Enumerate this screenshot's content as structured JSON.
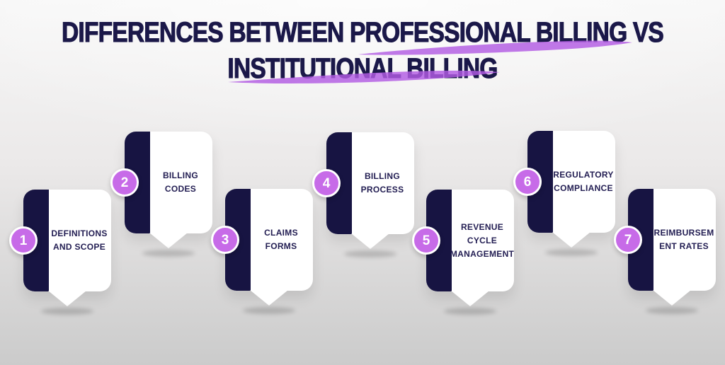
{
  "title": {
    "line1": "DIFFERENCES BETWEEN PROFESSIONAL BILLING VS",
    "line2": "INSTITUTIONAL BILLING"
  },
  "colors": {
    "navy": "#171442",
    "purple_circle": "#c76be8",
    "swoosh_purple": "#b35ce4",
    "title_navy": "#1b1849",
    "label_navy": "#221d52",
    "card_white": "#ffffff"
  },
  "icons": {
    "highlight_swoosh": "purple-brush-underline",
    "card_tail": "speech-bubble-pointer"
  },
  "items": [
    {
      "number": "1",
      "label": "DEFINITIONS AND SCOPE",
      "lines": [
        "DEFINITIONS",
        "AND SCOPE"
      ]
    },
    {
      "number": "2",
      "label": "BILLING CODES",
      "lines": [
        "BILLING",
        "CODES"
      ]
    },
    {
      "number": "3",
      "label": "CLAIMS FORMS",
      "lines": [
        "CLAIMS",
        "FORMS"
      ]
    },
    {
      "number": "4",
      "label": "BILLING PROCESS",
      "lines": [
        "BILLING",
        "PROCESS"
      ]
    },
    {
      "number": "5",
      "label": "REVENUE CYCLE MANAGEMENT",
      "lines": [
        "REVENUE",
        "CYCLE",
        "MANAGEMENT"
      ]
    },
    {
      "number": "6",
      "label": "REGULATORY COMPLIANCE",
      "lines": [
        "REGULATORY",
        "COMPLIANCE"
      ]
    },
    {
      "number": "7",
      "label": "REIMBURSEMENT RATES",
      "lines": [
        "REIMBURSEM",
        "ENT RATES"
      ]
    }
  ]
}
